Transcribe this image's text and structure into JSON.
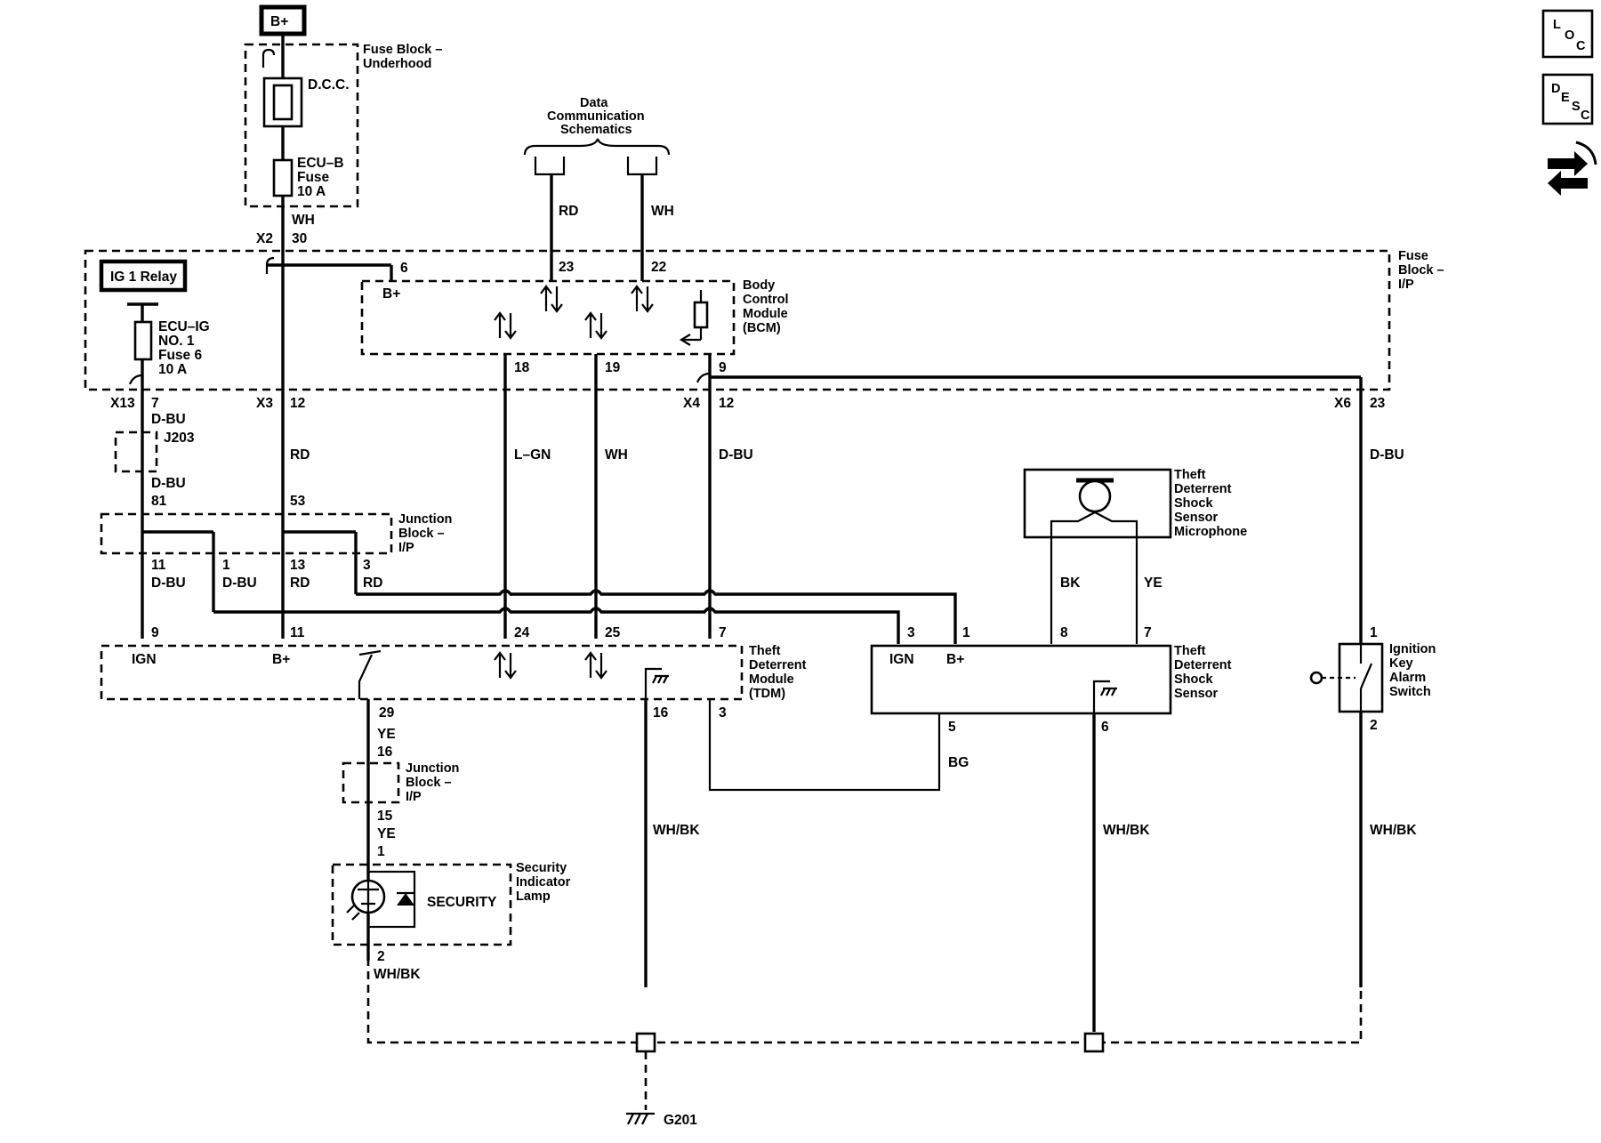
{
  "nav": {
    "loc_letters": [
      "L",
      "O",
      "C"
    ],
    "desc_letters": [
      "D",
      "E",
      "S",
      "C"
    ]
  },
  "power": {
    "b_plus": "B+"
  },
  "fuse_block_underhood": {
    "label": [
      "Fuse Block –",
      "Underhood"
    ],
    "dcc": "D.C.C.",
    "fuse": [
      "ECU–B",
      "Fuse",
      "10 A"
    ],
    "wire": "WH",
    "conn": "X2",
    "pin": "30"
  },
  "fuse_block_ip": {
    "label": [
      "Fuse",
      "Block –",
      "I/P"
    ]
  },
  "ig1_relay": {
    "label": "IG 1 Relay",
    "fuse": [
      "ECU–IG",
      "NO. 1",
      "Fuse 6",
      "10 A"
    ]
  },
  "data_comm": {
    "label": [
      "Data",
      "Communication",
      "Schematics"
    ],
    "wire_left": "RD",
    "wire_right": "WH",
    "pin_left": "23",
    "pin_right": "22"
  },
  "bcm": {
    "label": [
      "Body",
      "Control",
      "Module",
      "(BCM)"
    ],
    "bplus": "B+",
    "pin_bplus": "6",
    "pin_18": "18",
    "pin_19": "19",
    "pin_9": "9"
  },
  "connectors": {
    "x13": "X13",
    "x13_pin": "7",
    "x3": "X3",
    "x3_pin": "12",
    "x4": "X4",
    "x4_pin": "12",
    "x6": "X6",
    "x6_pin": "23"
  },
  "wires": {
    "dbu": "D-BU",
    "rd": "RD",
    "lgn": "L–GN",
    "wh": "WH",
    "bk": "BK",
    "ye": "YE",
    "bg": "BG",
    "whbk": "WH/BK"
  },
  "splice_j203": "J203",
  "junction_block_ip": {
    "label": [
      "Junction",
      "Block –",
      "I/P"
    ],
    "pin_81": "81",
    "pin_53": "53",
    "pin_11": "11",
    "pin_1": "1",
    "pin_13": "13",
    "pin_3": "3"
  },
  "tdm": {
    "label": [
      "Theft",
      "Deterrent",
      "Module",
      "(TDM)"
    ],
    "ign": "IGN",
    "bplus": "B+",
    "pin_9": "9",
    "pin_11": "11",
    "pin_24": "24",
    "pin_25": "25",
    "pin_7": "7",
    "pin_29": "29",
    "pin_16": "16",
    "pin_3": "3"
  },
  "junction_block_2": {
    "label": [
      "Junction",
      "Block –",
      "I/P"
    ],
    "pin_16": "16",
    "pin_15": "15"
  },
  "security_lamp": {
    "label": [
      "Security",
      "Indicator",
      "Lamp"
    ],
    "text": "SECURITY",
    "pin_1": "1",
    "pin_2": "2"
  },
  "shock_mic": {
    "label": [
      "Theft",
      "Deterrent",
      "Shock",
      "Sensor",
      "Microphone"
    ]
  },
  "shock_sensor": {
    "label": [
      "Theft",
      "Deterrent",
      "Shock",
      "Sensor"
    ],
    "ign": "IGN",
    "bplus": "B+",
    "pin_3": "3",
    "pin_1": "1",
    "pin_8": "8",
    "pin_7": "7",
    "pin_5": "5",
    "pin_6": "6"
  },
  "ignition_switch": {
    "label": [
      "Ignition",
      "Key",
      "Alarm",
      "Switch"
    ],
    "pin_1": "1",
    "pin_2": "2"
  },
  "ground": {
    "label": "G201"
  }
}
